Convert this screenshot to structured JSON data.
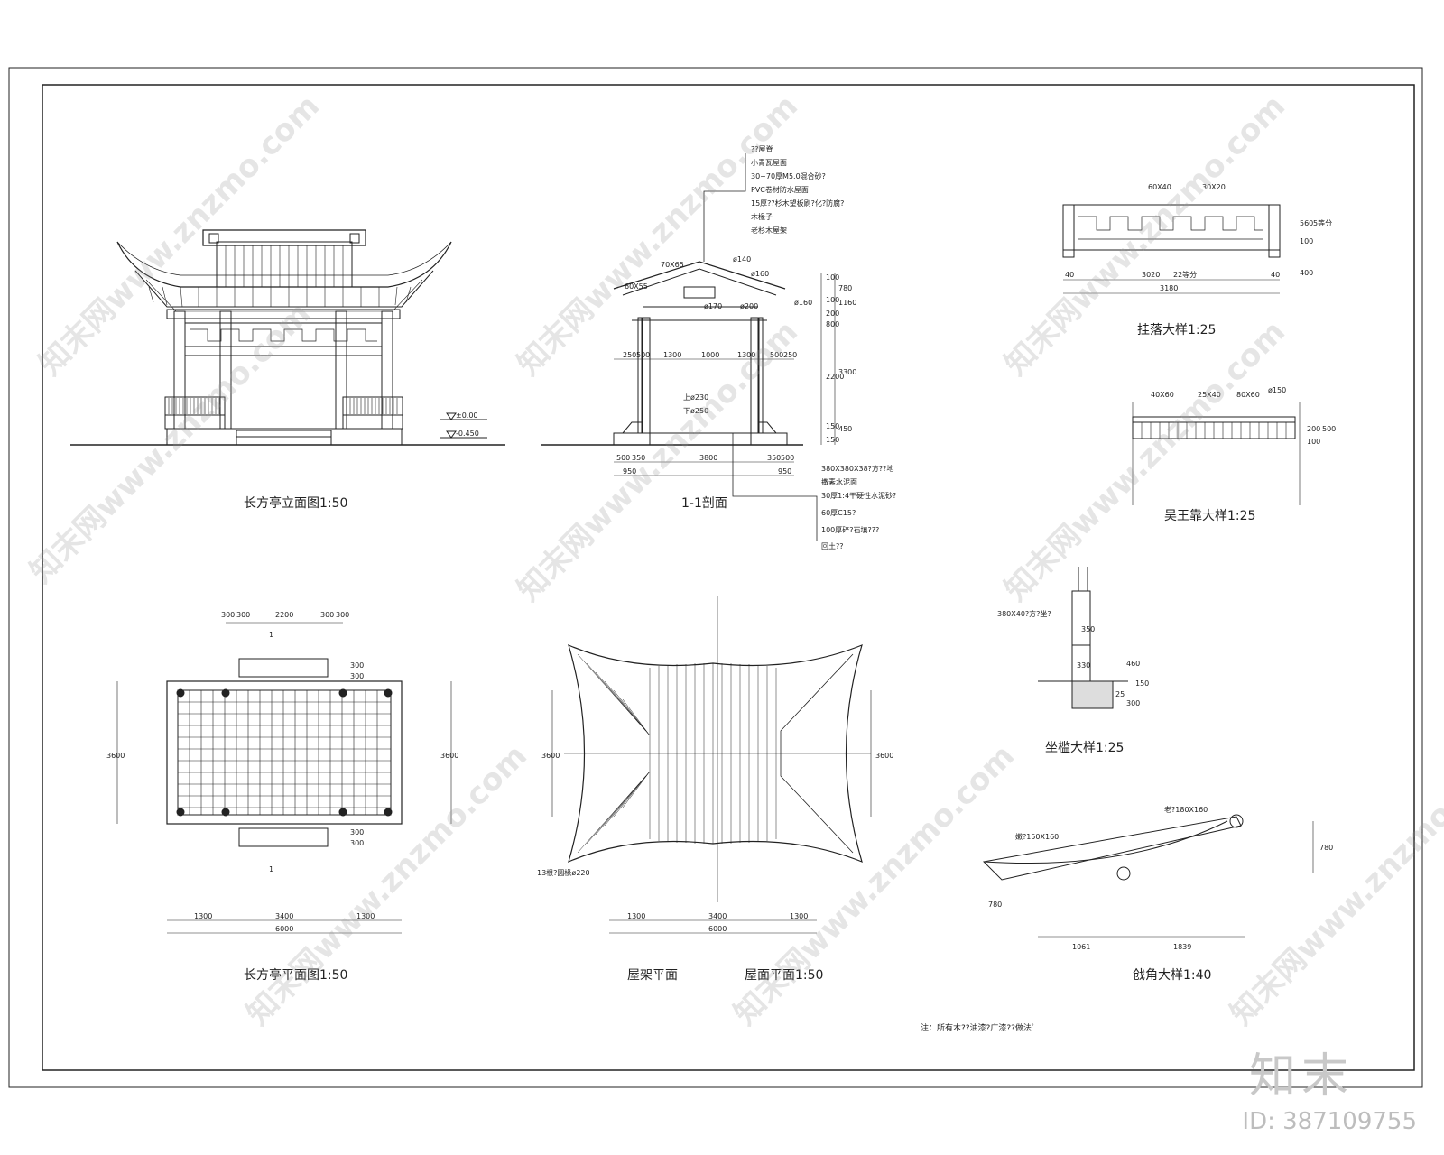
{
  "titles": {
    "elevation": "长方亭立面图1:50",
    "section": "1-1剖面",
    "gualuo": "挂落大样1:25",
    "wuwangkao": "吴王靠大样1:25",
    "zuojian": "坐槛大样1:25",
    "plan": "长方亭平面图1:50",
    "roof_frame": "屋架平面",
    "roof_plan": "屋面平面1:50",
    "qiangjiao": "戗角大样1:40"
  },
  "note": "注：所有木??油漆?广漆??做法゜",
  "elevation_marks": {
    "top": "±0.00",
    "bottom": "-0.450"
  },
  "roof_layers": [
    "??屋脊",
    "小青瓦屋面",
    "30~70厚M5.0混合砂?",
    "PVC卷材防水屋面",
    "15厚??杉木望板刷?化?防腐?",
    "木椽子",
    "老杉木屋架"
  ],
  "floor_layers": [
    "380X380X38?方??地",
    "撒素水泥面",
    "30厚1:4干硬性水泥砂?",
    "60厚C15?",
    "100厚碎?石填???",
    "回土??"
  ],
  "section_labels": [
    "70X65",
    "ø140",
    "ø160",
    "60X55",
    "ø170",
    "ø200",
    "ø160",
    "上ø230",
    "下ø250"
  ],
  "section_dims_top": [
    "250",
    "500",
    "1300",
    "1000",
    "1300",
    "500",
    "250"
  ],
  "section_dims_bottom": [
    "500",
    "350",
    "3800",
    "350",
    "500"
  ],
  "section_dims_bottom2": [
    "950",
    "950"
  ],
  "section_dims_right": [
    "100",
    "780",
    "100",
    "1160",
    "200",
    "800",
    "2200",
    "3300",
    "150",
    "450",
    "150"
  ],
  "gualuo_labels": [
    "60X40",
    "30X20",
    "560",
    "5等分",
    "100",
    "400"
  ],
  "gualuo_dims": [
    "40",
    "3020",
    "22等分",
    "40",
    "3180"
  ],
  "wuwangkao_labels": [
    "40X60",
    "25X40",
    "80X60",
    "ø150"
  ],
  "wuwangkao_dims": [
    "200",
    "500",
    "100"
  ],
  "zuojian_labels": [
    "380X40?方?坐?",
    "350",
    "330",
    "460",
    "150",
    "25",
    "300"
  ],
  "plan_dims_top": [
    "300",
    "300",
    "2200",
    "300",
    "300"
  ],
  "plan_dims_bottom": [
    "1300",
    "3400",
    "1300"
  ],
  "plan_dims_total": "6000",
  "plan_dims_side": [
    "3600",
    "3600"
  ],
  "plan_dims_small": [
    "300",
    "300",
    "300",
    "300"
  ],
  "plan_section_mark": "1",
  "roof_dims_bottom": [
    "1300",
    "3400",
    "1300"
  ],
  "roof_dims_total": "6000",
  "roof_dims_side": [
    "3600",
    "3600"
  ],
  "roof_label": "13根?圆椽ø220",
  "qiangjiao_labels": [
    "老?180X160",
    "嫩?150X160",
    "780",
    "780"
  ],
  "qiangjiao_dims": [
    "1061",
    "1839"
  ],
  "watermark": "知末网www.znzmo.com",
  "logo": "知末",
  "image_id": "ID: 387109755"
}
